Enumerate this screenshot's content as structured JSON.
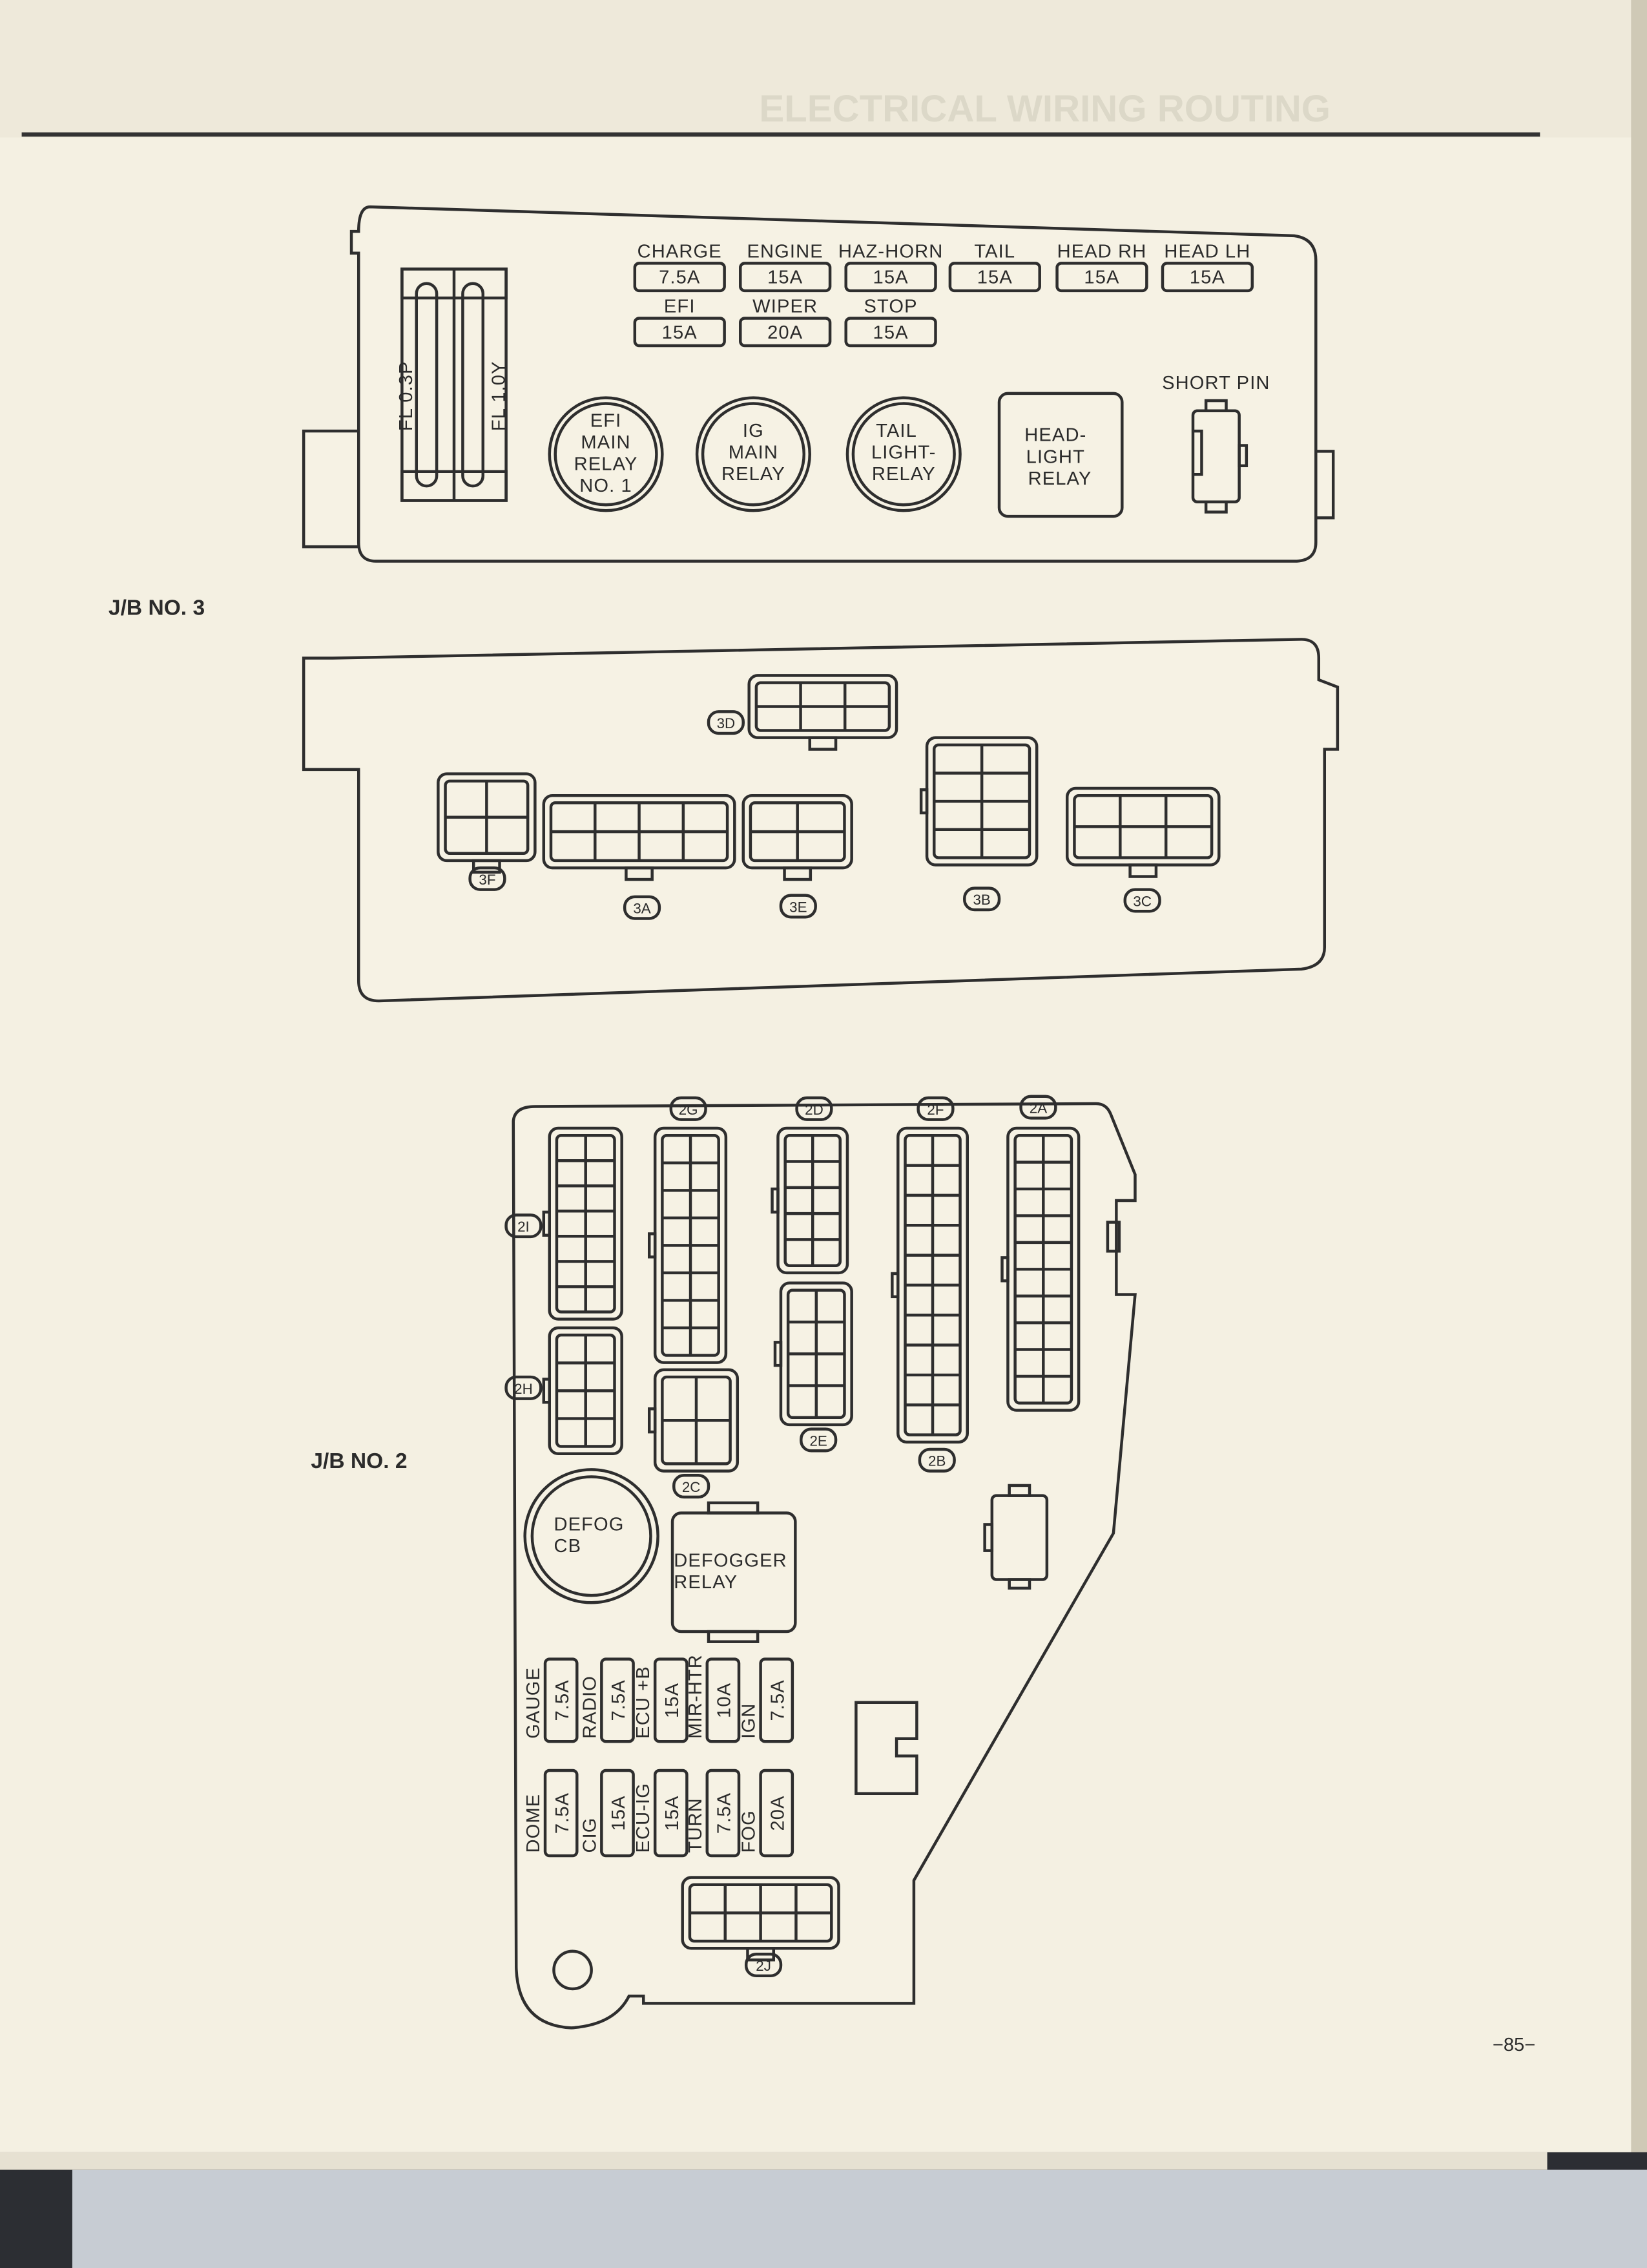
{
  "header": {
    "title": "ELECTRICAL WIRING ROUTING"
  },
  "engine_box": {
    "fuses": [
      {
        "name": "CHARGE",
        "rating": "7.5A"
      },
      {
        "name": "ENGINE",
        "rating": "15A"
      },
      {
        "name": "HAZ-HORN",
        "rating": "15A"
      },
      {
        "name": "TAIL",
        "rating": "15A"
      },
      {
        "name": "HEAD RH",
        "rating": "15A"
      },
      {
        "name": "HEAD LH",
        "rating": "15A"
      },
      {
        "name": "EFI",
        "rating": "15A"
      },
      {
        "name": "WIPER",
        "rating": "20A"
      },
      {
        "name": "STOP",
        "rating": "15A"
      }
    ],
    "fusible_links": [
      "FL 0.3P",
      "FL 1.0Y"
    ],
    "relays": {
      "efi_main": [
        "EFI",
        "MAIN",
        "RELAY",
        "NO. 1"
      ],
      "ig_main": [
        "IG",
        "MAIN",
        "RELAY"
      ],
      "tail_light": [
        "TAIL",
        "LIGHT-",
        "RELAY"
      ],
      "headlight": [
        "HEAD-",
        "LIGHT",
        "RELAY"
      ]
    },
    "short_pin": "SHORT PIN"
  },
  "jb3": {
    "title": "J/B NO. 3",
    "connectors": [
      "3D",
      "3F",
      "3A",
      "3E",
      "3B",
      "3C"
    ]
  },
  "jb2": {
    "title": "J/B NO. 2",
    "connectors": [
      "2G",
      "2D",
      "2F",
      "2A",
      "2I",
      "2H",
      "2E",
      "2B",
      "2C",
      "2J"
    ],
    "defog_cb": [
      "DEFOG",
      "CB"
    ],
    "defogger_relay": [
      "DEFOGGER",
      "RELAY"
    ],
    "fuses_top": [
      {
        "name": "GAUGE",
        "rating": "7.5A"
      },
      {
        "name": "RADIO",
        "rating": "7.5A"
      },
      {
        "name": "ECU +B",
        "rating": "15A"
      },
      {
        "name": "MIR-HTR",
        "rating": "10A"
      },
      {
        "name": "IGN",
        "rating": "7.5A"
      }
    ],
    "fuses_bottom": [
      {
        "name": "DOME",
        "rating": "7.5A"
      },
      {
        "name": "CIG",
        "rating": "15A"
      },
      {
        "name": "ECU-IG",
        "rating": "15A"
      },
      {
        "name": "TURN",
        "rating": "7.5A"
      },
      {
        "name": "FOG",
        "rating": "20A"
      }
    ]
  },
  "page_number": "−85−",
  "colors": {
    "paper": "#f4f0e2",
    "ink": "#2e2e2e"
  }
}
